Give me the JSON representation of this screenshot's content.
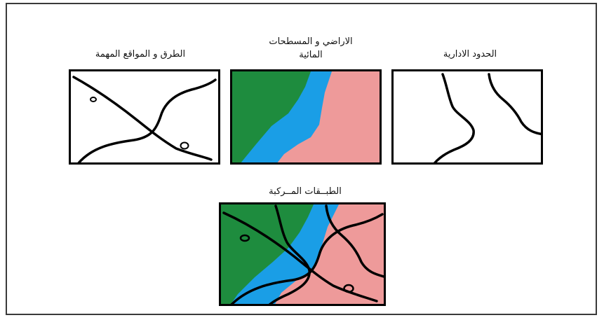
{
  "labels": {
    "roads": "الطرق و المواقع المهمة",
    "land_water_line1": "الاراضي و المسطحات",
    "land_water_line2": "المائية",
    "boundaries": "الحدود الادارية",
    "composite": "الطبــقات المــركبة"
  },
  "colors": {
    "land_green": "#1e8c3e",
    "water_blue": "#1a9ee6",
    "land_pink": "#ee9a9a",
    "line": "#000000"
  }
}
